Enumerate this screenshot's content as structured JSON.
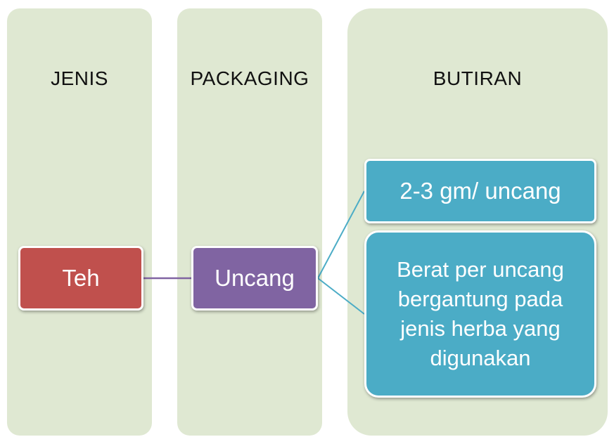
{
  "columns": {
    "jenis": {
      "header": "JENIS"
    },
    "packaging": {
      "header": "PACKAGING"
    },
    "butiran": {
      "header": "BUTIRAN"
    }
  },
  "nodes": {
    "teh": {
      "label": "Teh",
      "color": "#c0504d"
    },
    "uncang": {
      "label": "Uncang",
      "color": "#8064a2"
    },
    "detail_1": {
      "label": "2-3 gm/ uncang",
      "color": "#4bacc6"
    },
    "detail_2": {
      "label": "Berat per uncang bergantung pada jenis herba yang digunakan",
      "color": "#4bacc6"
    }
  },
  "colors": {
    "column_background": "#dfe8d2",
    "connector_teh_uncang": "#8064a2",
    "connector_uncang_butiran": "#4bacc6"
  }
}
